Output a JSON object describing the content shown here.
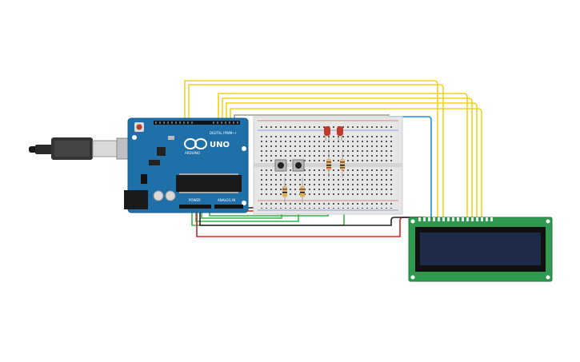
{
  "arduino": {
    "model_label": "UNO",
    "brand_label": "ARDUINO",
    "digital_label": "DIGITAL (PWM~)",
    "analog_label": "ANALOG IN",
    "power_label": "POWER"
  },
  "colors": {
    "board_blue": "#1f6fa8",
    "breadboard": "#e6e6e6",
    "lcd_pcb": "#2f9a4f",
    "lcd_screen": "#1e2a4a",
    "wire_yellow": "#f2d21b",
    "wire_green": "#35b44a",
    "wire_red": "#d12626",
    "wire_black": "#222222",
    "wire_blue": "#1d8fe0",
    "led_red": "#c0392b"
  },
  "components": {
    "leds": 2,
    "pushbuttons": 2,
    "resistors": 4,
    "lcd": "16x2"
  }
}
